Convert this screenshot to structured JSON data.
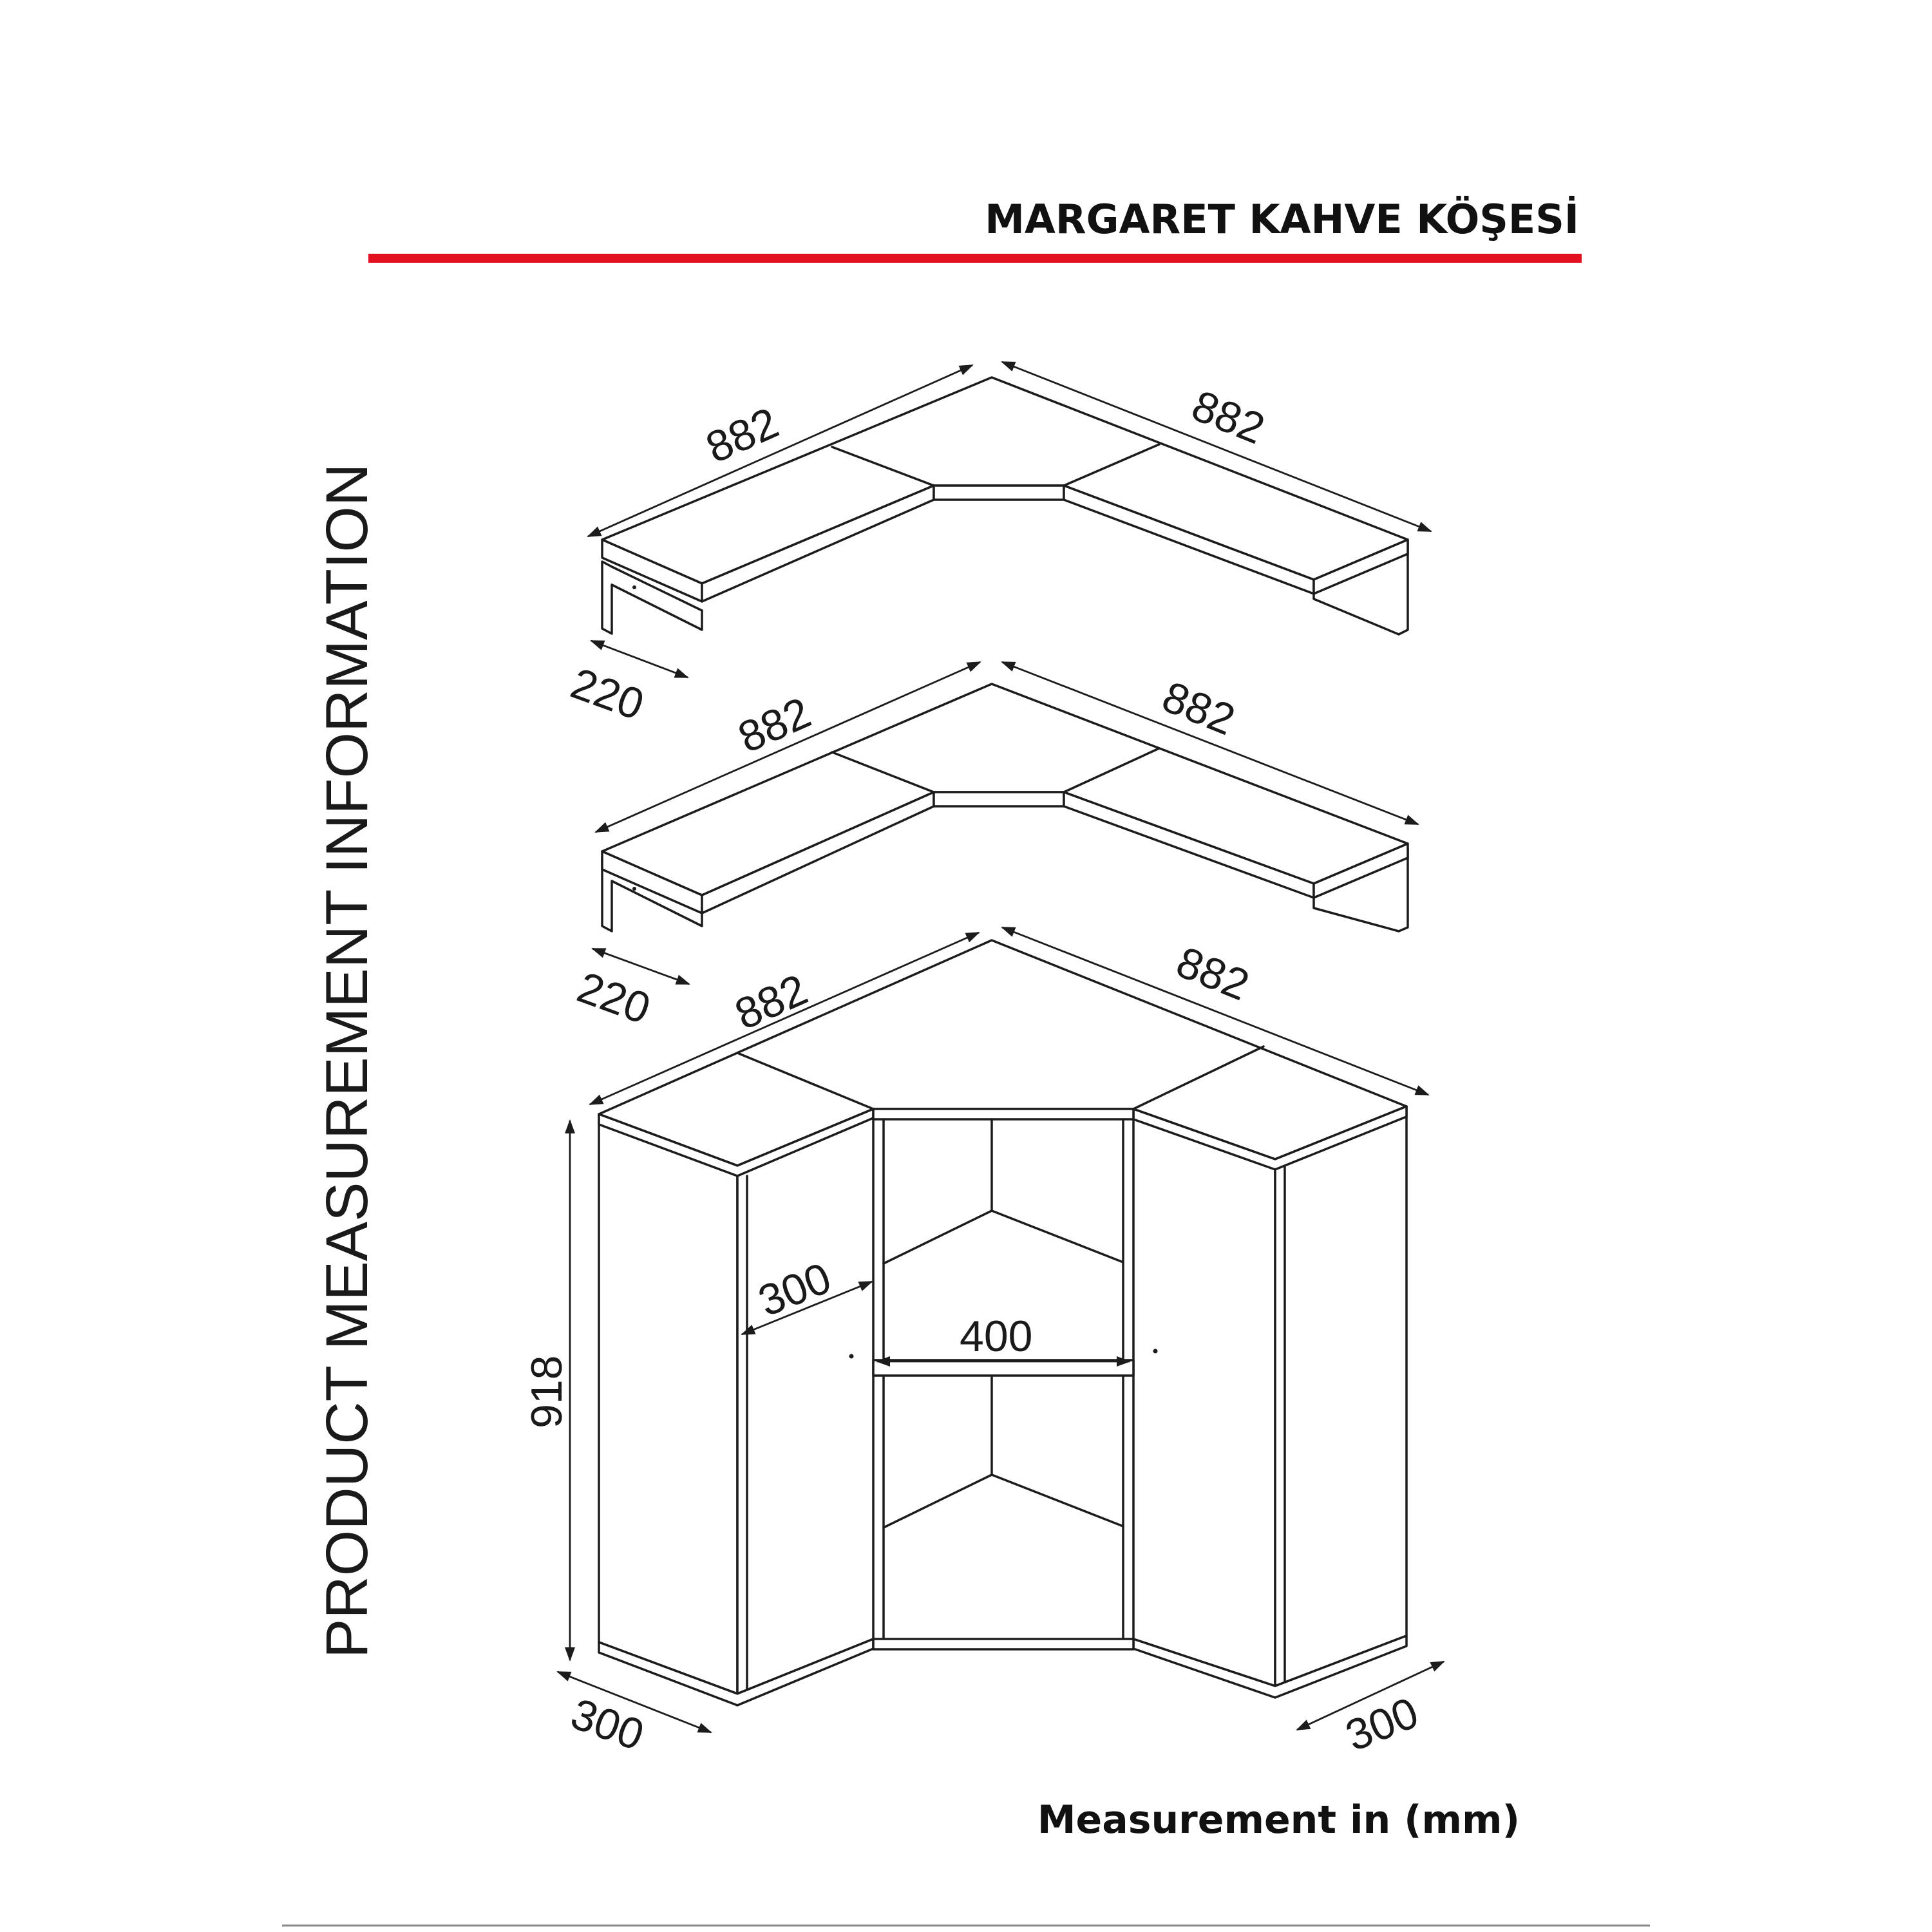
{
  "header": {
    "title": "MARGARET KAHVE KÖŞESİ",
    "rule_color": "#e3101f"
  },
  "side_title": "PRODUCT MEASUREMENT INFORMATION",
  "footer": {
    "unit_note": "Measurement in (mm)"
  },
  "diagram": {
    "top_shelf": {
      "left_width": "882",
      "right_width": "882",
      "depth": "220"
    },
    "middle_shelf": {
      "left_width": "882",
      "right_width": "882",
      "depth": "220"
    },
    "cabinet": {
      "left_width": "882",
      "right_width": "882",
      "height": "918",
      "inner_depth": "300",
      "opening_width": "400",
      "left_depth": "300",
      "right_depth": "300"
    }
  }
}
